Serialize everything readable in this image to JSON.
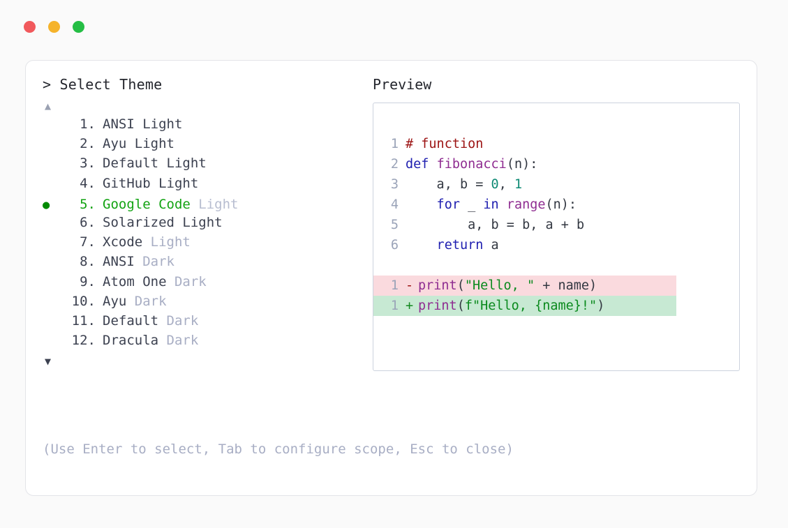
{
  "window": {
    "controls": [
      {
        "name": "close",
        "color": "#f1595c"
      },
      {
        "name": "minimize",
        "color": "#f5b32b"
      },
      {
        "name": "maximize",
        "color": "#25be45"
      }
    ]
  },
  "picker": {
    "header": "> Select Theme",
    "scroll_up": "▲",
    "scroll_down": "▼",
    "selected_index": 5,
    "selected_marker": "●",
    "items": [
      {
        "index": "1.",
        "name": "ANSI Light",
        "variant": "",
        "selected": false
      },
      {
        "index": "2.",
        "name": "Ayu Light",
        "variant": "",
        "selected": false
      },
      {
        "index": "3.",
        "name": "Default Light",
        "variant": "",
        "selected": false
      },
      {
        "index": "4.",
        "name": "GitHub Light",
        "variant": "",
        "selected": false
      },
      {
        "index": "5.",
        "name": "Google Code",
        "variant": "Light",
        "selected": true
      },
      {
        "index": "6.",
        "name": "Solarized Light",
        "variant": "",
        "selected": false
      },
      {
        "index": "7.",
        "name": "Xcode",
        "variant": "Light",
        "selected": false
      },
      {
        "index": "8.",
        "name": "ANSI",
        "variant": "Dark",
        "selected": false
      },
      {
        "index": "9.",
        "name": "Atom One",
        "variant": "Dark",
        "selected": false
      },
      {
        "index": "10.",
        "name": "Ayu",
        "variant": "Dark",
        "selected": false
      },
      {
        "index": "11.",
        "name": "Default",
        "variant": "Dark",
        "selected": false
      },
      {
        "index": "12.",
        "name": "Dracula",
        "variant": "Dark",
        "selected": false
      }
    ],
    "hint": "(Use Enter to select, Tab to configure scope, Esc to close)"
  },
  "preview": {
    "header": "Preview",
    "code_lines": [
      {
        "ln": "1",
        "tokens": [
          {
            "t": "# function",
            "c": "tok-comment"
          }
        ]
      },
      {
        "ln": "2",
        "tokens": [
          {
            "t": "def ",
            "c": "tok-kw"
          },
          {
            "t": "fibonacci",
            "c": "tok-fn"
          },
          {
            "t": "(n):",
            "c": "tok-plain"
          }
        ]
      },
      {
        "ln": "3",
        "tokens": [
          {
            "t": "    a, b = ",
            "c": "tok-plain"
          },
          {
            "t": "0",
            "c": "tok-num"
          },
          {
            "t": ", ",
            "c": "tok-plain"
          },
          {
            "t": "1",
            "c": "tok-num"
          }
        ]
      },
      {
        "ln": "4",
        "tokens": [
          {
            "t": "    for",
            "c": "tok-kw"
          },
          {
            "t": " _ ",
            "c": "tok-plain"
          },
          {
            "t": "in ",
            "c": "tok-kw"
          },
          {
            "t": "range",
            "c": "tok-fn"
          },
          {
            "t": "(n):",
            "c": "tok-plain"
          }
        ]
      },
      {
        "ln": "5",
        "tokens": [
          {
            "t": "        a, b = b, a + b",
            "c": "tok-plain"
          }
        ]
      },
      {
        "ln": "6",
        "tokens": [
          {
            "t": "    return",
            "c": "tok-kw"
          },
          {
            "t": " a",
            "c": "tok-plain"
          }
        ]
      }
    ],
    "diff_lines": [
      {
        "ln": "1",
        "sign": "-",
        "kind": "del",
        "tokens": [
          {
            "t": "print",
            "c": "tok-fn"
          },
          {
            "t": "(",
            "c": "tok-plain"
          },
          {
            "t": "\"Hello, \"",
            "c": "tok-str"
          },
          {
            "t": " + name)",
            "c": "tok-plain"
          }
        ]
      },
      {
        "ln": "1",
        "sign": "+",
        "kind": "add",
        "tokens": [
          {
            "t": "print",
            "c": "tok-fn"
          },
          {
            "t": "(",
            "c": "tok-plain"
          },
          {
            "t": "f\"Hello, {name}!\"",
            "c": "tok-str"
          },
          {
            "t": ")",
            "c": "tok-plain"
          }
        ]
      }
    ]
  },
  "colors": {
    "page_background": "#fafafa",
    "card_background": "#ffffff",
    "card_border": "#e3e4e8",
    "code_border": "#ccd2de",
    "text_primary": "#3c4150",
    "text_muted": "#a8aec4",
    "accent_green": "#13a313",
    "diff_removed_bg": "#fadade",
    "diff_added_bg": "#c7e9d3"
  }
}
